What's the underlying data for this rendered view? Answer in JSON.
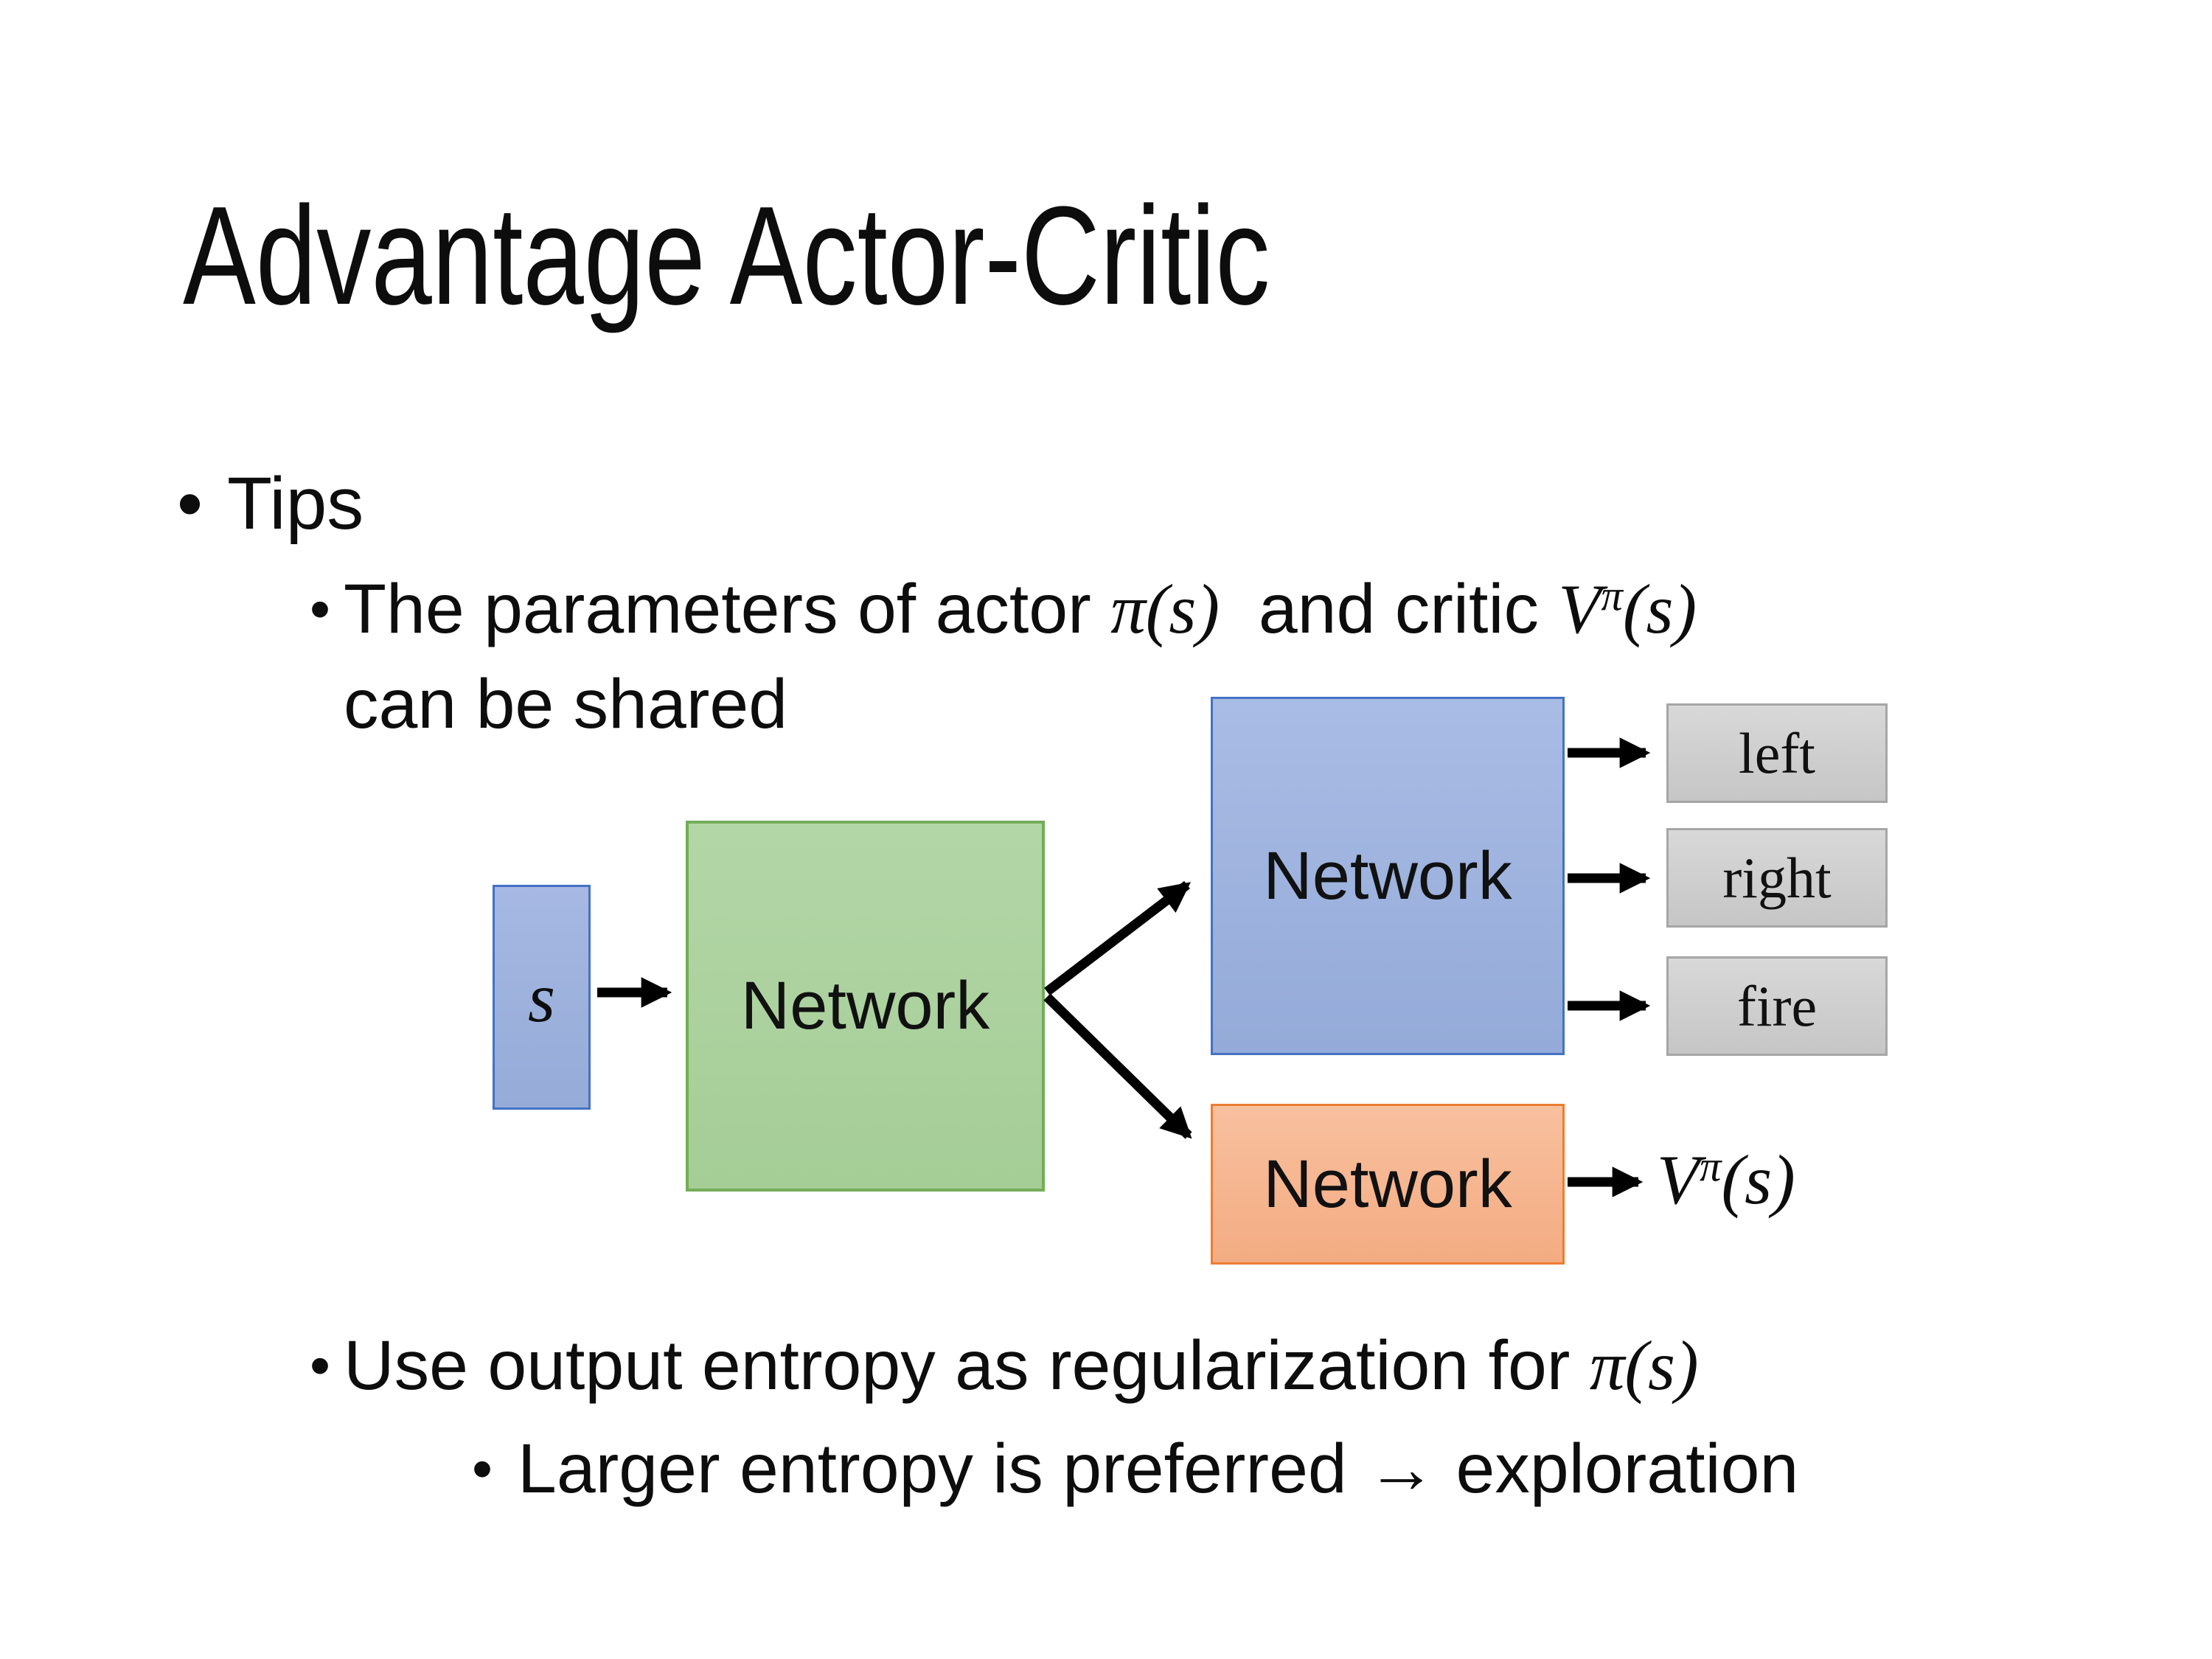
{
  "slide": {
    "title": "Advantage Actor-Critic",
    "background": "#FFFFFF",
    "text_color": "#000000"
  },
  "ui": {
    "bullet_char": "•"
  },
  "bullets": [
    {
      "id": "tips",
      "level": 1,
      "segments": [
        {
          "type": "text",
          "value": "Tips"
        }
      ]
    },
    {
      "id": "params-shared",
      "level": 2,
      "segments": [
        {
          "type": "text",
          "value": "The parameters of actor "
        },
        {
          "type": "math",
          "value": "π(s)"
        },
        {
          "type": "text",
          "value": "  and critic "
        },
        {
          "type": "math-sup",
          "base": "V",
          "sup": "π",
          "tail": "(s)"
        },
        {
          "type": "break"
        },
        {
          "type": "text",
          "value": "can be shared"
        }
      ]
    },
    {
      "id": "entropy-regularization",
      "level": 2,
      "segments": [
        {
          "type": "text",
          "value": "Use output entropy as regularization for "
        },
        {
          "type": "math",
          "value": "π(s)"
        }
      ]
    },
    {
      "id": "exploration",
      "level": 3,
      "segments": [
        {
          "type": "text",
          "value": "Larger entropy is preferred → exploration"
        }
      ]
    }
  ],
  "diagram": {
    "state_label": "s",
    "shared_network_label": "Network",
    "actor_network_label": "Network",
    "critic_network_label": "Network",
    "action_outputs": [
      "left",
      "right",
      "fire"
    ],
    "value_output": {
      "segments": [
        {
          "type": "math-sup",
          "base": "V",
          "sup": "π",
          "tail": "(s)"
        }
      ]
    }
  },
  "colors": {
    "state_box_fill": "#9DB1DE",
    "state_box_border": "#4472C4",
    "shared_network_fill": "#ACD3A0",
    "shared_network_border": "#74AD58",
    "actor_network_fill": "#9FB3DF",
    "actor_network_border": "#4472C4",
    "critic_network_fill": "#F6B58E",
    "critic_network_border": "#ED7D31",
    "action_box_fill": "#CFCFCF",
    "action_box_border": "#A6A6A6",
    "arrow_color": "#000000"
  }
}
